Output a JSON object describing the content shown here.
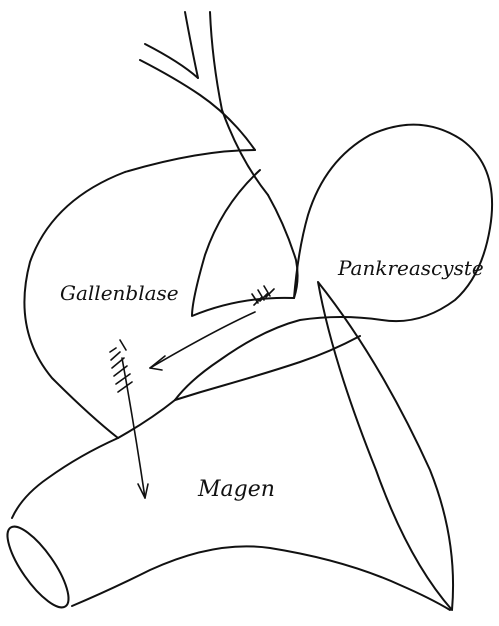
{
  "labels": {
    "gallbladder": "Gallenblase",
    "pancreatic_cyst": "Pankreascyste",
    "stomach": "Magen"
  },
  "colors": {
    "ink": "#111111",
    "background": "#ffffff"
  }
}
